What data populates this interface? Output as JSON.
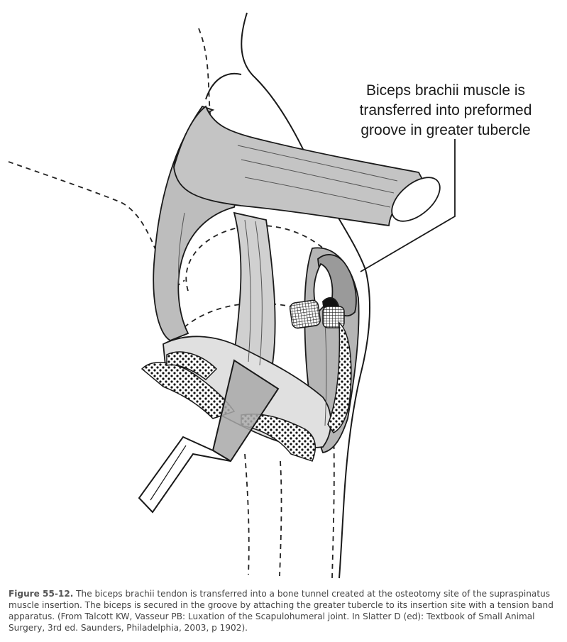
{
  "figure": {
    "callout_lines": [
      "Biceps brachii muscle is",
      "transferred into preformed",
      "groove in greater tubercle"
    ]
  },
  "caption": {
    "label": "Figure 55-12.",
    "text": " The biceps brachii tendon is transferred into a bone tunnel created at the osteotomy site of the supraspinatus muscle insertion. The biceps is secured in the groove by attaching the greater tubercle to its insertion site with a tension band apparatus. (From Talcott KW, Vasseur PB: Luxation of the Scapulohumeral joint. In Slatter D (ed): Textbook of Small Animal Surgery, 3rd ed. Saunders, Philadelphia, 2003, p 1902)."
  }
}
